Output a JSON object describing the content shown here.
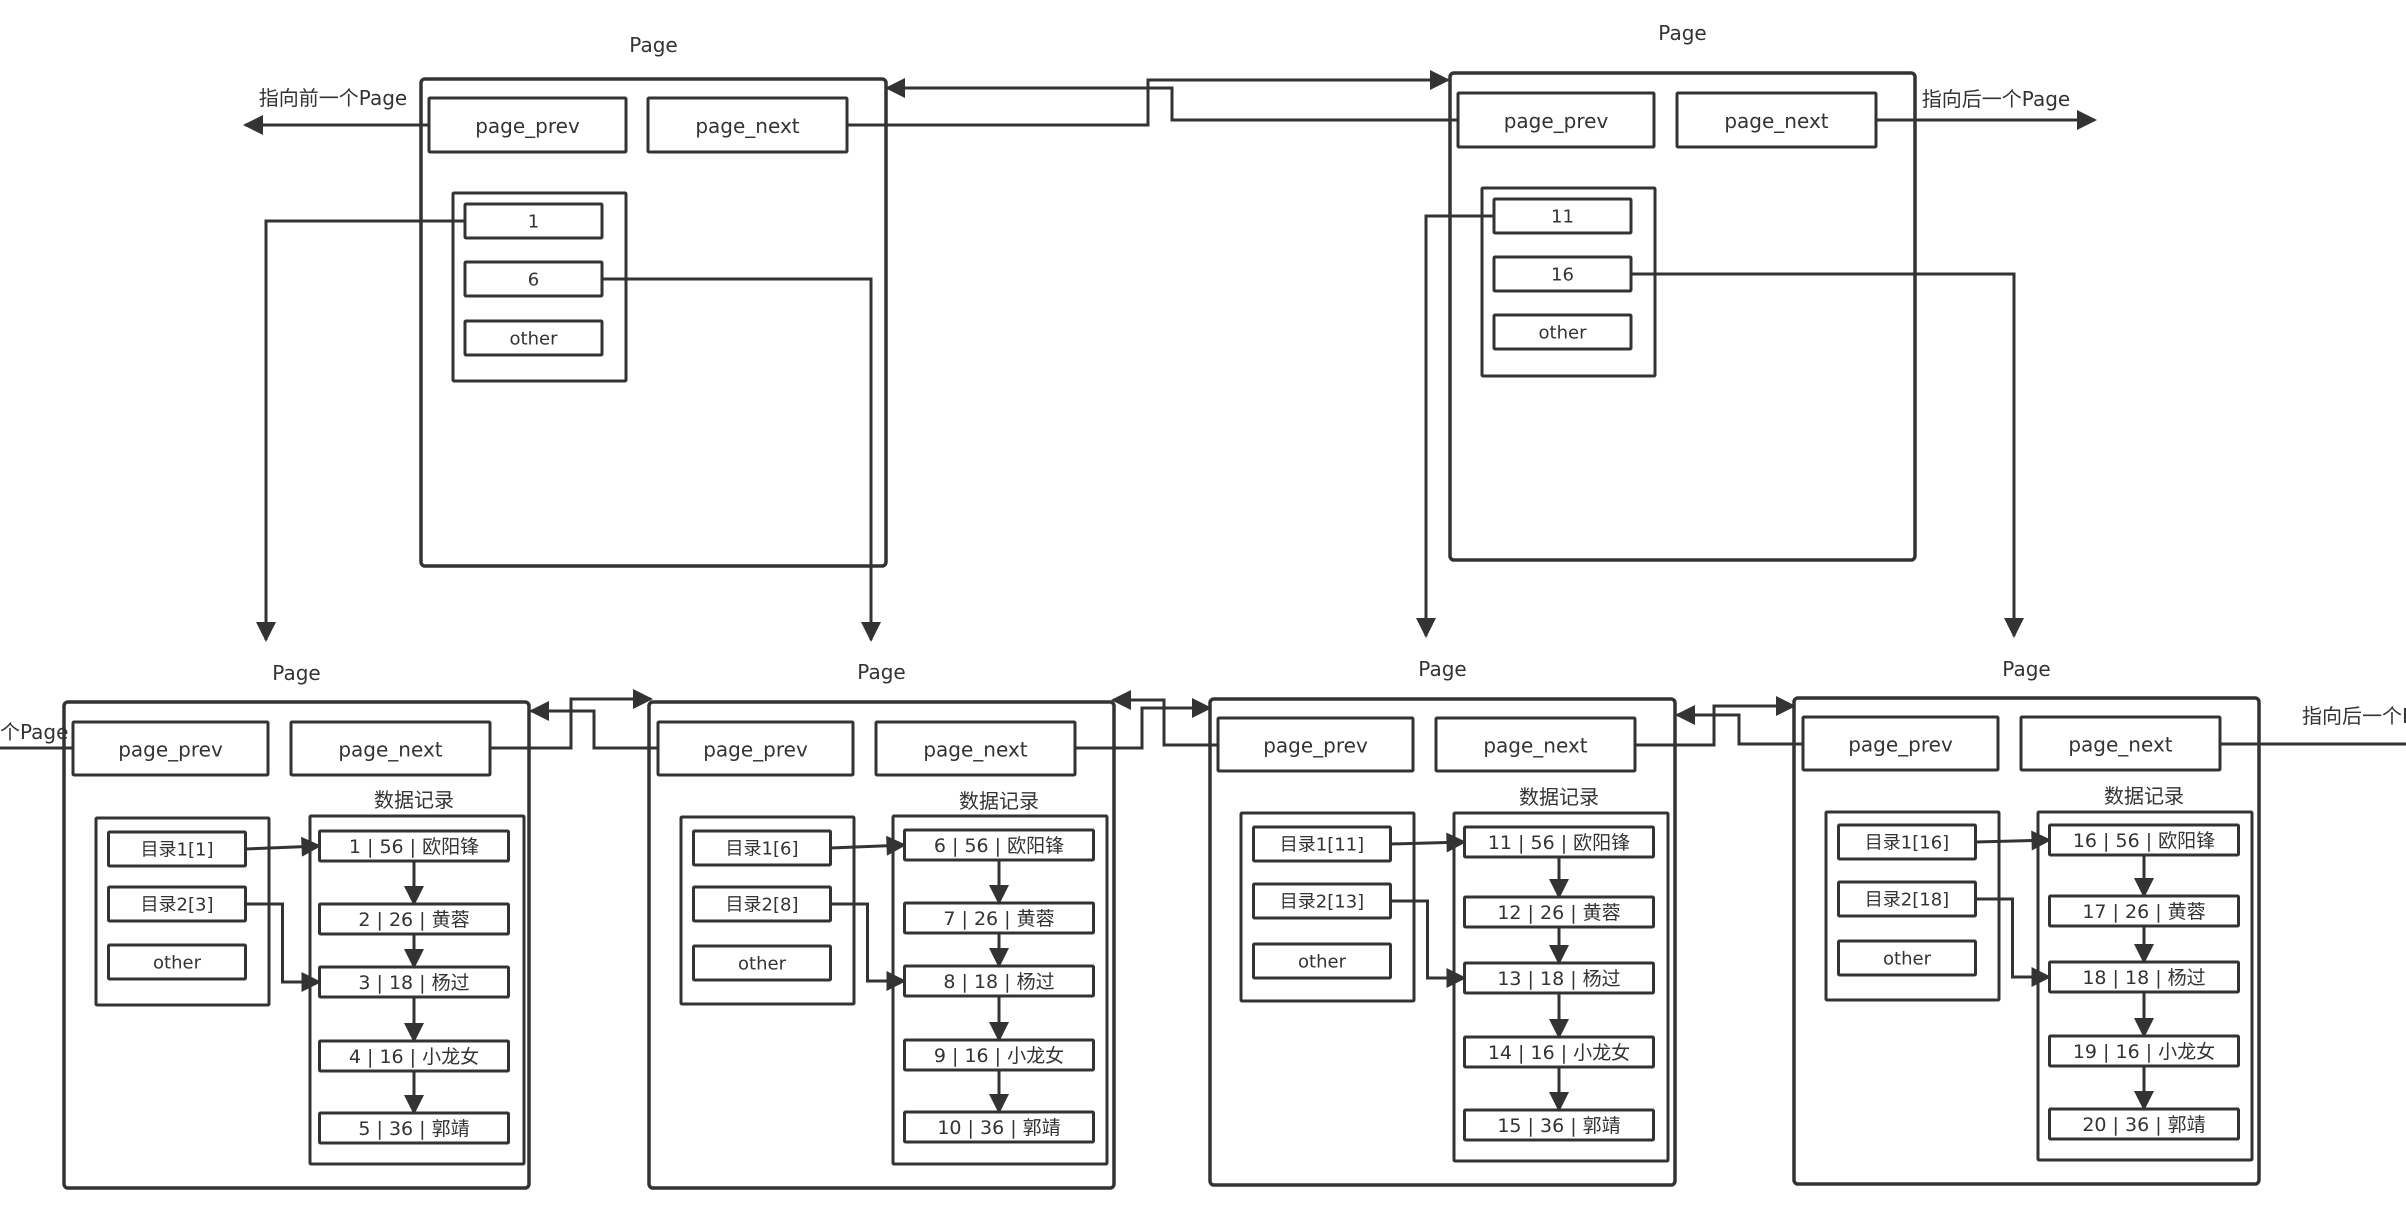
{
  "colors": {
    "stroke": "#333333",
    "text": "#333333",
    "background": "#ffffff"
  },
  "labels": {
    "page": "Page",
    "page_prev": "page_prev",
    "page_next": "page_next",
    "prev_pointer": "指向前一个Page",
    "next_pointer": "指向后一个Page",
    "prev_pointer_clipped": "个Page",
    "next_pointer_clipped": "指向后一个P",
    "data_records": "数据记录",
    "other": "other"
  },
  "index_pages": [
    {
      "keys": [
        "1",
        "6"
      ]
    },
    {
      "keys": [
        "11",
        "16"
      ]
    }
  ],
  "leaf_pages": [
    {
      "directory": [
        "目录1[1]",
        "目录2[3]"
      ],
      "records": [
        "1 | 56 | 欧阳锋",
        "2 | 26 | 黄蓉",
        "3 | 18 | 杨过",
        "4 | 16 | 小龙女",
        "5 | 36 | 郭靖"
      ]
    },
    {
      "directory": [
        "目录1[6]",
        "目录2[8]"
      ],
      "records": [
        "6 | 56 | 欧阳锋",
        "7 | 26 | 黄蓉",
        "8 | 18 | 杨过",
        "9 | 16 | 小龙女",
        "10 | 36 | 郭靖"
      ]
    },
    {
      "directory": [
        "目录1[11]",
        "目录2[13]"
      ],
      "records": [
        "11 | 56 | 欧阳锋",
        "12 | 26 | 黄蓉",
        "13 | 18 | 杨过",
        "14 | 16 | 小龙女",
        "15 | 36 | 郭靖"
      ]
    },
    {
      "directory": [
        "目录1[16]",
        "目录2[18]"
      ],
      "records": [
        "16 | 56 | 欧阳锋",
        "17 | 26 | 黄蓉",
        "18 | 18 | 杨过",
        "19 | 16 | 小龙女",
        "20 | 36 | 郭靖"
      ]
    }
  ]
}
